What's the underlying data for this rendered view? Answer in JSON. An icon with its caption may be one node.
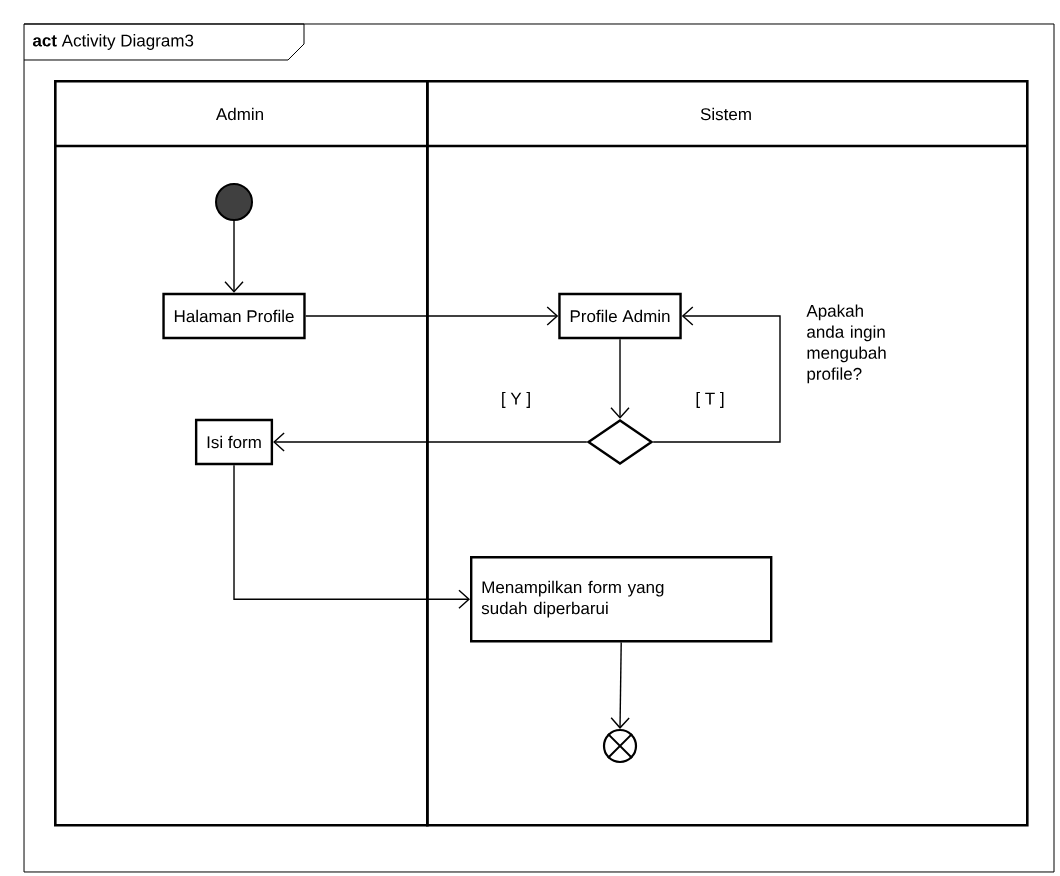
{
  "diagram": {
    "title": "**act** Activity Diagram3",
    "nodes": [
      {
        "text": [
          "Admin"
        ]
      },
      {
        "text": [
          "Sistem"
        ]
      },
      {
        "text": [],
        "shape": "circle",
        "in": 0
      },
      {
        "text": [
          "Halaman Profile"
        ],
        "in": 0
      },
      {
        "text": [
          "Isi form"
        ],
        "in": 0
      },
      {
        "text": [
          "Profile Admin"
        ],
        "in": 1
      },
      {
        "text": [],
        "shape": "diamond",
        "in": 1
      },
      {
        "text": [
          "Menampilkan form yang sudah diperbarui"
        ],
        "in": 1
      },
      {
        "text": [],
        "shape": "circle",
        "in": 1
      }
    ],
    "edges": [
      {
        "from": 2,
        "to": 3,
        "arrow": "to"
      },
      {
        "from": 3,
        "to": 5,
        "arrow": "to"
      },
      {
        "from": 5,
        "to": 6,
        "arrow": "to"
      },
      {
        "from": 6,
        "to": 4,
        "arrow": "to",
        "label": "[ Y ]"
      },
      {
        "from": 6,
        "to": 5,
        "arrow": "to",
        "label": "[ T ]"
      },
      {
        "from": 4,
        "to": 7,
        "arrow": "to"
      },
      {
        "from": 7,
        "to": 8,
        "arrow": "to"
      }
    ],
    "labels": [
      "Apakah anda ingin mengubah profile?"
    ]
  }
}
